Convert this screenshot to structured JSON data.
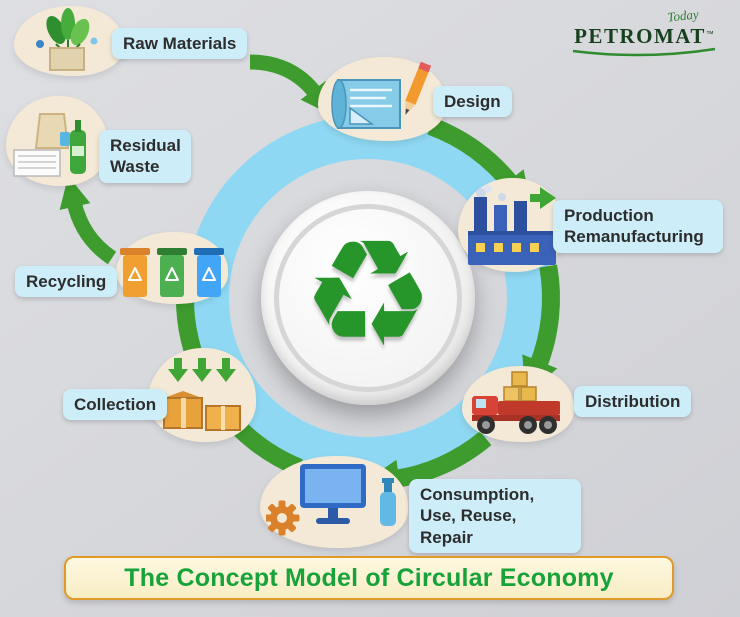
{
  "logo": {
    "tagline": "Today",
    "brand": "PETROMAT",
    "trademark": "™"
  },
  "title": {
    "text": "The Concept Model of Circular Economy"
  },
  "center": {
    "glyph": "♻",
    "icon_name": "recycle-symbol"
  },
  "stages": [
    {
      "label": "Raw Materials",
      "icon": "plant-raw-materials-icon"
    },
    {
      "label": "Design",
      "icon": "blueprint-pencil-icon"
    },
    {
      "label": "Production Remanufacturing",
      "icon": "factory-icon"
    },
    {
      "label": "Distribution",
      "icon": "delivery-truck-icon"
    },
    {
      "label": "Consumption, Use, Reuse, Repair",
      "icon": "computer-gear-icon"
    },
    {
      "label": "Collection",
      "icon": "collection-boxes-icon"
    },
    {
      "label": "Recycling",
      "icon": "recycle-bins-icon"
    },
    {
      "label": "Residual Waste",
      "icon": "residual-waste-icon"
    }
  ],
  "colors": {
    "background": "#d8d9dd",
    "ring_blue": "#8fd8f3",
    "arrow_green": "#3e9c2e",
    "label_bg": "#cdeef8",
    "center_glyph_green": "#27962a",
    "banner_bg": "#fdf6d8",
    "banner_border": "#df9a2a",
    "banner_text": "#17a33a",
    "logo_green": "#17401f"
  }
}
